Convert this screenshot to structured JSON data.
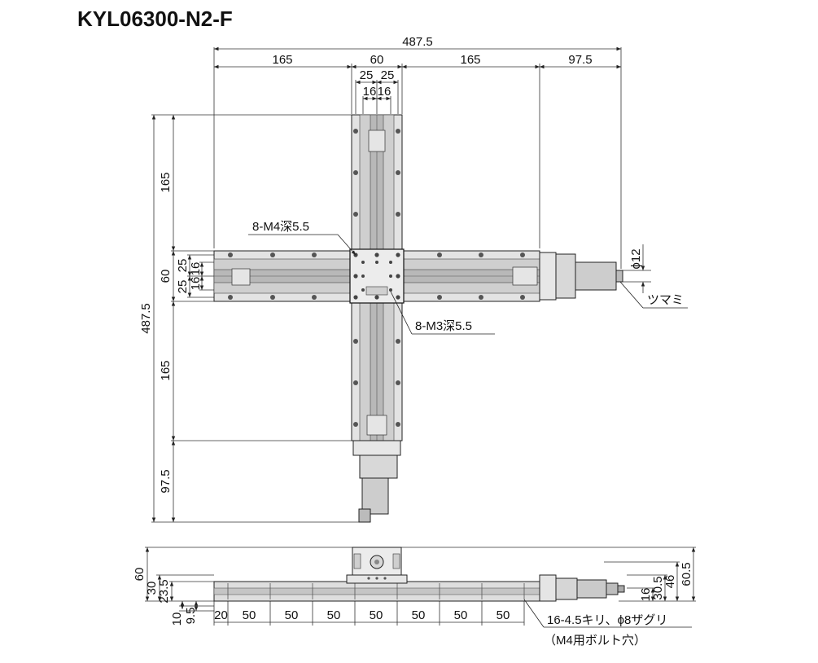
{
  "title": "KYL06300-N2-F",
  "top_view": {
    "dims_horizontal": {
      "overall": "487.5",
      "seg_165_left": "165",
      "seg_60": "60",
      "seg_165_right": "165",
      "seg_97_5": "97.5",
      "seg_25_a": "25",
      "seg_25_b": "25",
      "seg_16_a": "16",
      "seg_16_b": "16"
    },
    "dims_vertical": {
      "overall": "487.5",
      "seg_165_top": "165",
      "seg_60": "60",
      "seg_165_bottom": "165",
      "seg_97_5": "97.5",
      "seg_25_a": "25",
      "seg_25_b": "25",
      "seg_16_a": "16",
      "seg_16_b": "16"
    },
    "callouts": {
      "m4": "8-M4深5.5",
      "m3": "8-M3深5.5",
      "phi12": "ϕ12",
      "knob": "ツマミ"
    }
  },
  "side_view": {
    "dims_left": {
      "h60": "60",
      "h30": "30",
      "h23_5": "23.5",
      "h10": "10",
      "h9_5": "9.5"
    },
    "dims_right": {
      "h60_5": "60.5",
      "h46": "46",
      "h30_5": "30.5",
      "h16": "16"
    },
    "pitch": [
      "20",
      "50",
      "50",
      "50",
      "50",
      "50",
      "50",
      "50"
    ],
    "hole_note_1": "16-4.5キリ、ϕ8ザグリ",
    "hole_note_2": "（M4用ボルト穴）"
  },
  "colors": {
    "rail_fill": "#dcdcdc",
    "rail_dark": "#b4b4b4",
    "body_fill": "#e9e9e9",
    "line": "#222222"
  }
}
